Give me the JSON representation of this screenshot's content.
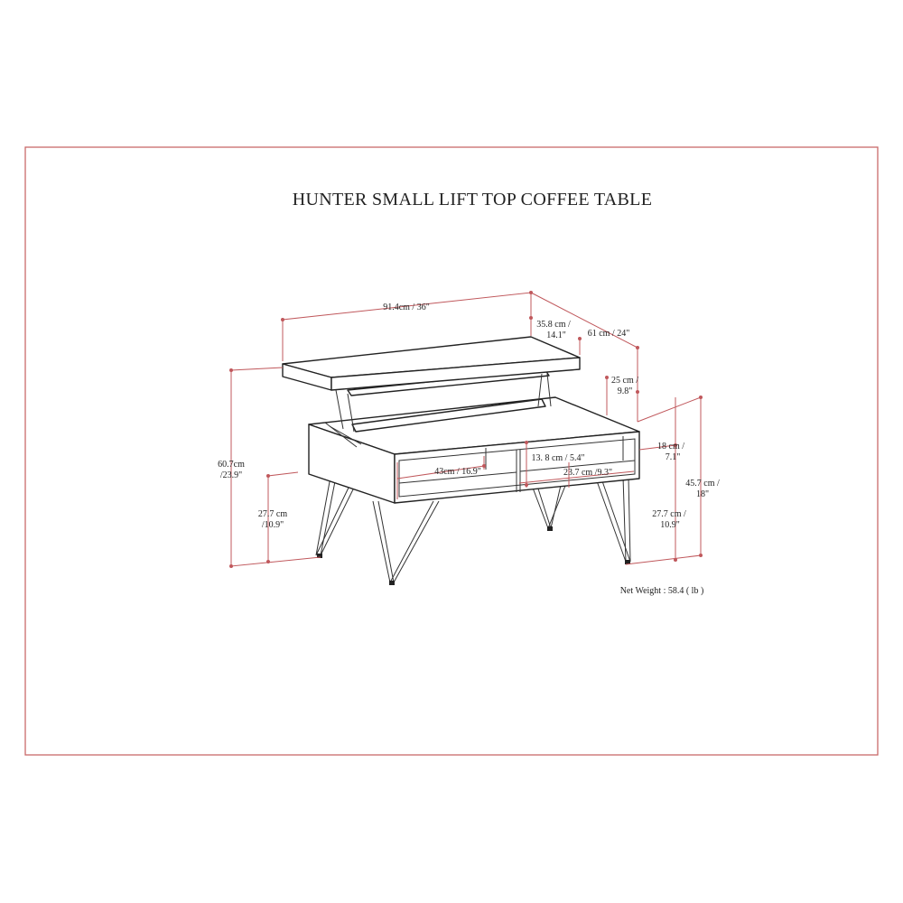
{
  "title": "HUNTER SMALL LIFT TOP COFFEE TABLE",
  "colors": {
    "border": "#c96a6a",
    "dimension_line": "#c0585c",
    "drawing": "#222222"
  },
  "dimensions": {
    "width": "91.4cm / 36\"",
    "lift_depth_1": "35.8 cm /",
    "lift_depth_2": "14.1\"",
    "depth": "61 cm / 24\"",
    "lift_height_1": "25 cm /",
    "lift_height_2": "9.8\"",
    "total_height_1": "60.7cm",
    "total_height_2": "/23.9\"",
    "leg_left_1": "27.7 cm",
    "leg_left_2": "/10.9\"",
    "shelf_width_left": "43cm / 16.9\"",
    "shelf_height": "13. 8 cm / 5.4\"",
    "shelf_width_right": "23.7 cm /9.3\"",
    "box_height_1": "18 cm /",
    "box_height_2": "7.1\"",
    "table_height_1": "45.7 cm /",
    "table_height_2": "18\"",
    "leg_right_1": "27.7 cm /",
    "leg_right_2": "10.9\""
  },
  "net_weight": "Net Weight : 58.4 ( lb )"
}
